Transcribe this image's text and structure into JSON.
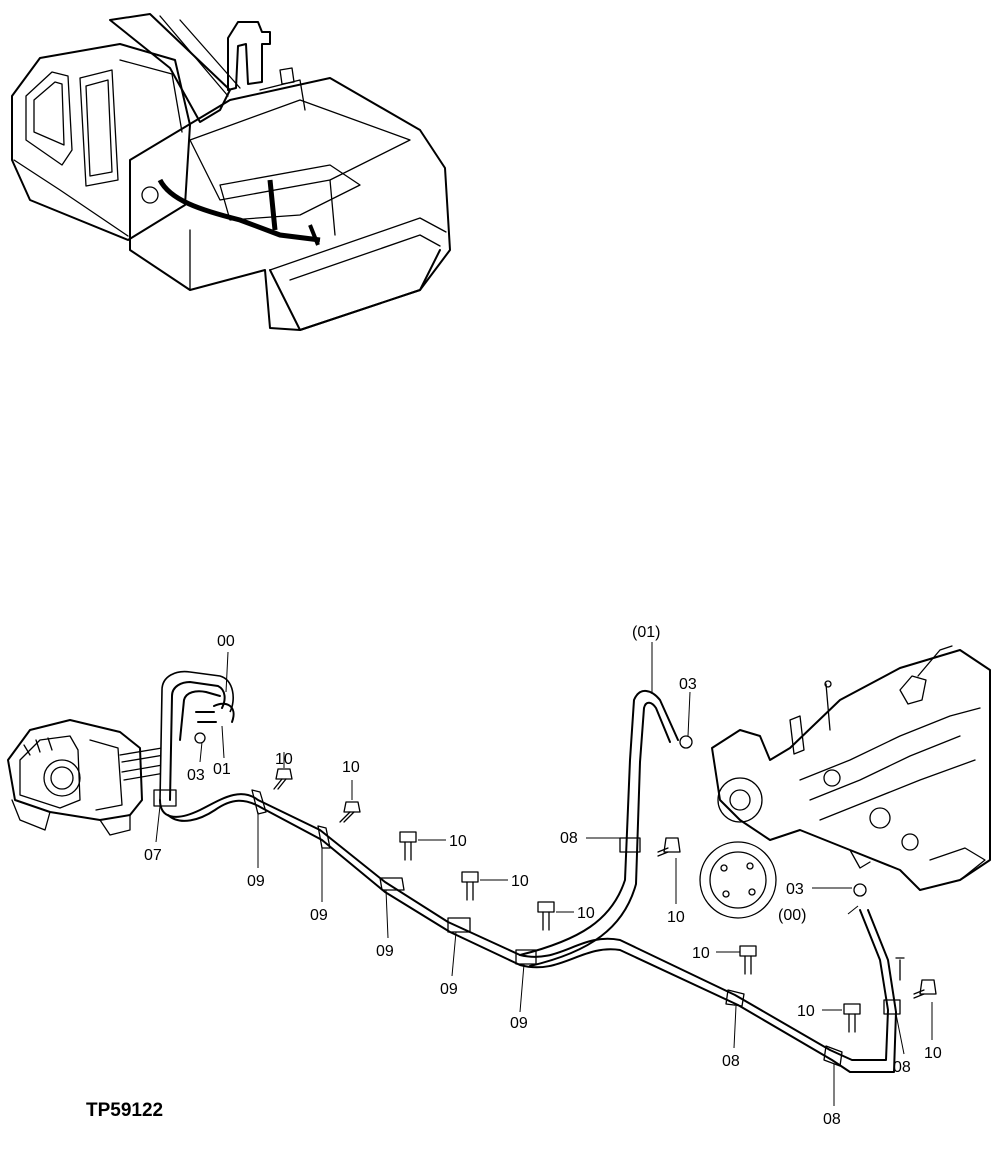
{
  "figure_id": "TP59122",
  "callouts": {
    "hose_top": "00",
    "hose_top_ref": "(01)",
    "hose_ref": "(00)",
    "clamp_03": "03",
    "hose_01": "01",
    "clamp_07": "07",
    "clip_08": "08",
    "clip_09": "09",
    "bolt_10": "10"
  },
  "colors": {
    "line": "#000000",
    "background": "#ffffff"
  }
}
